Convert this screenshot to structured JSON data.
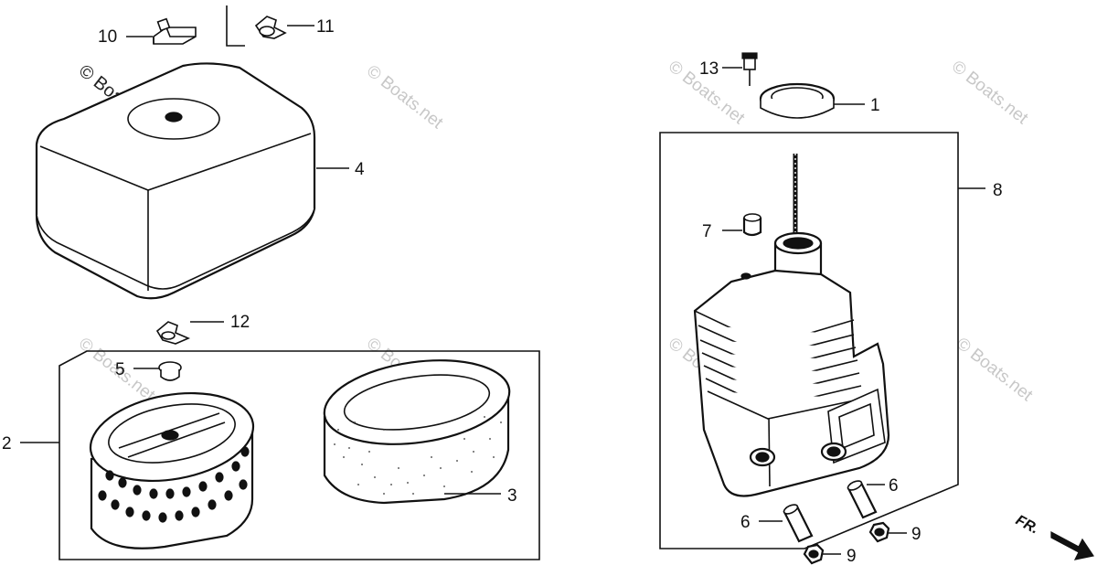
{
  "callouts": {
    "c1": "1",
    "c2": "2",
    "c3": "3",
    "c4": "4",
    "c5": "5",
    "c6a": "6",
    "c6b": "6",
    "c7": "7",
    "c8": "8",
    "c9a": "9",
    "c9b": "9",
    "c10": "10",
    "c11": "11",
    "c12": "12",
    "c13": "13"
  },
  "watermark": "© Boats.net",
  "direction_label": "FR.",
  "icons": {
    "front_arrow": "arrow-icon"
  },
  "colors": {
    "ink": "#111111",
    "paper": "#ffffff",
    "watermark": "#9a9a9a"
  }
}
